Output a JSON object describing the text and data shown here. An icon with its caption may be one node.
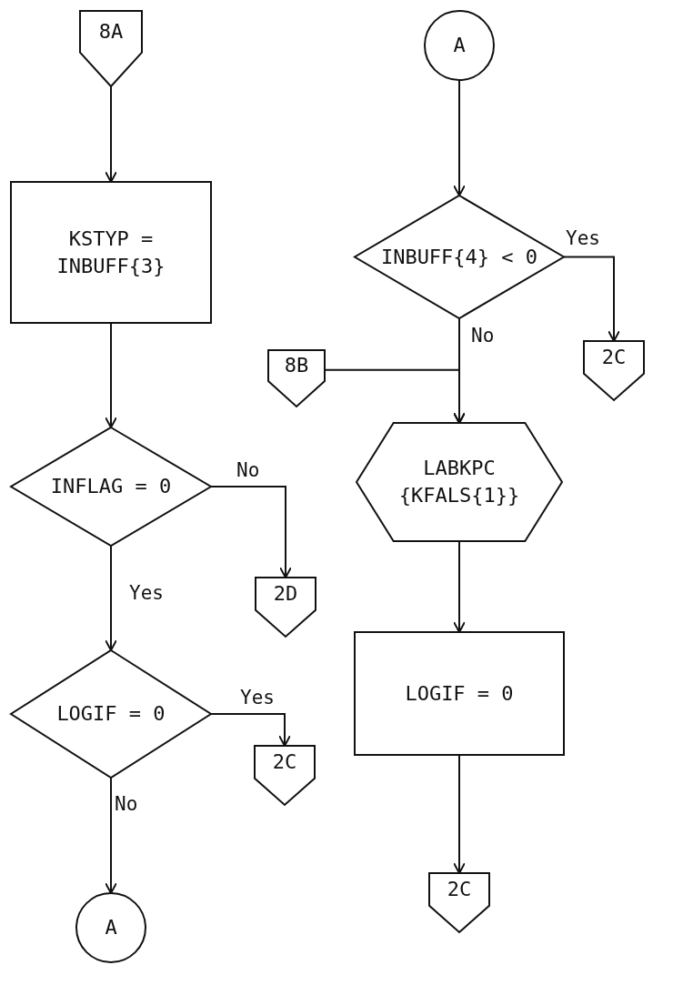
{
  "diagram": {
    "nodes": [
      {
        "text": [
          "8A"
        ]
      },
      {
        "text": [
          "KSTYP = INBUFF{3}"
        ]
      },
      {
        "text": [
          "INFLAG = 0"
        ]
      },
      {
        "text": [
          "2D"
        ]
      },
      {
        "text": [
          "LOGIF = 0"
        ]
      },
      {
        "text": [
          "2C"
        ]
      },
      {
        "text": [
          "A"
        ]
      },
      {
        "text": [
          "A"
        ]
      },
      {
        "text": [
          "INBUFF{4} < 0"
        ]
      },
      {
        "text": [
          "2C"
        ]
      },
      {
        "text": [
          "8B"
        ]
      },
      {
        "text": [
          "LABKPC {KFALS{1}}"
        ]
      },
      {
        "text": [
          "LOGIF = 0"
        ]
      },
      {
        "text": [
          "2C"
        ]
      }
    ],
    "edges": [
      {
        "from": 0,
        "to": 1,
        "arrow": "to"
      },
      {
        "from": 1,
        "to": 2,
        "arrow": "to"
      },
      {
        "from": 2,
        "to": 3,
        "arrow": "to",
        "label": "No"
      },
      {
        "from": 2,
        "to": 4,
        "arrow": "to",
        "label": "Yes"
      },
      {
        "from": 4,
        "to": 5,
        "arrow": "to",
        "label": "Yes"
      },
      {
        "from": 4,
        "to": 6,
        "arrow": "to",
        "label": "No"
      },
      {
        "from": 7,
        "to": 8,
        "arrow": "to"
      },
      {
        "from": 8,
        "to": 9,
        "arrow": "to",
        "label": "Yes"
      },
      {
        "from": 8,
        "to": 11,
        "arrow": "to",
        "label": "No"
      },
      {
        "from": 10,
        "to": 11,
        "arrow": "to"
      },
      {
        "from": 11,
        "to": 12,
        "arrow": "to"
      },
      {
        "from": 12,
        "to": 13,
        "arrow": "to"
      }
    ]
  }
}
